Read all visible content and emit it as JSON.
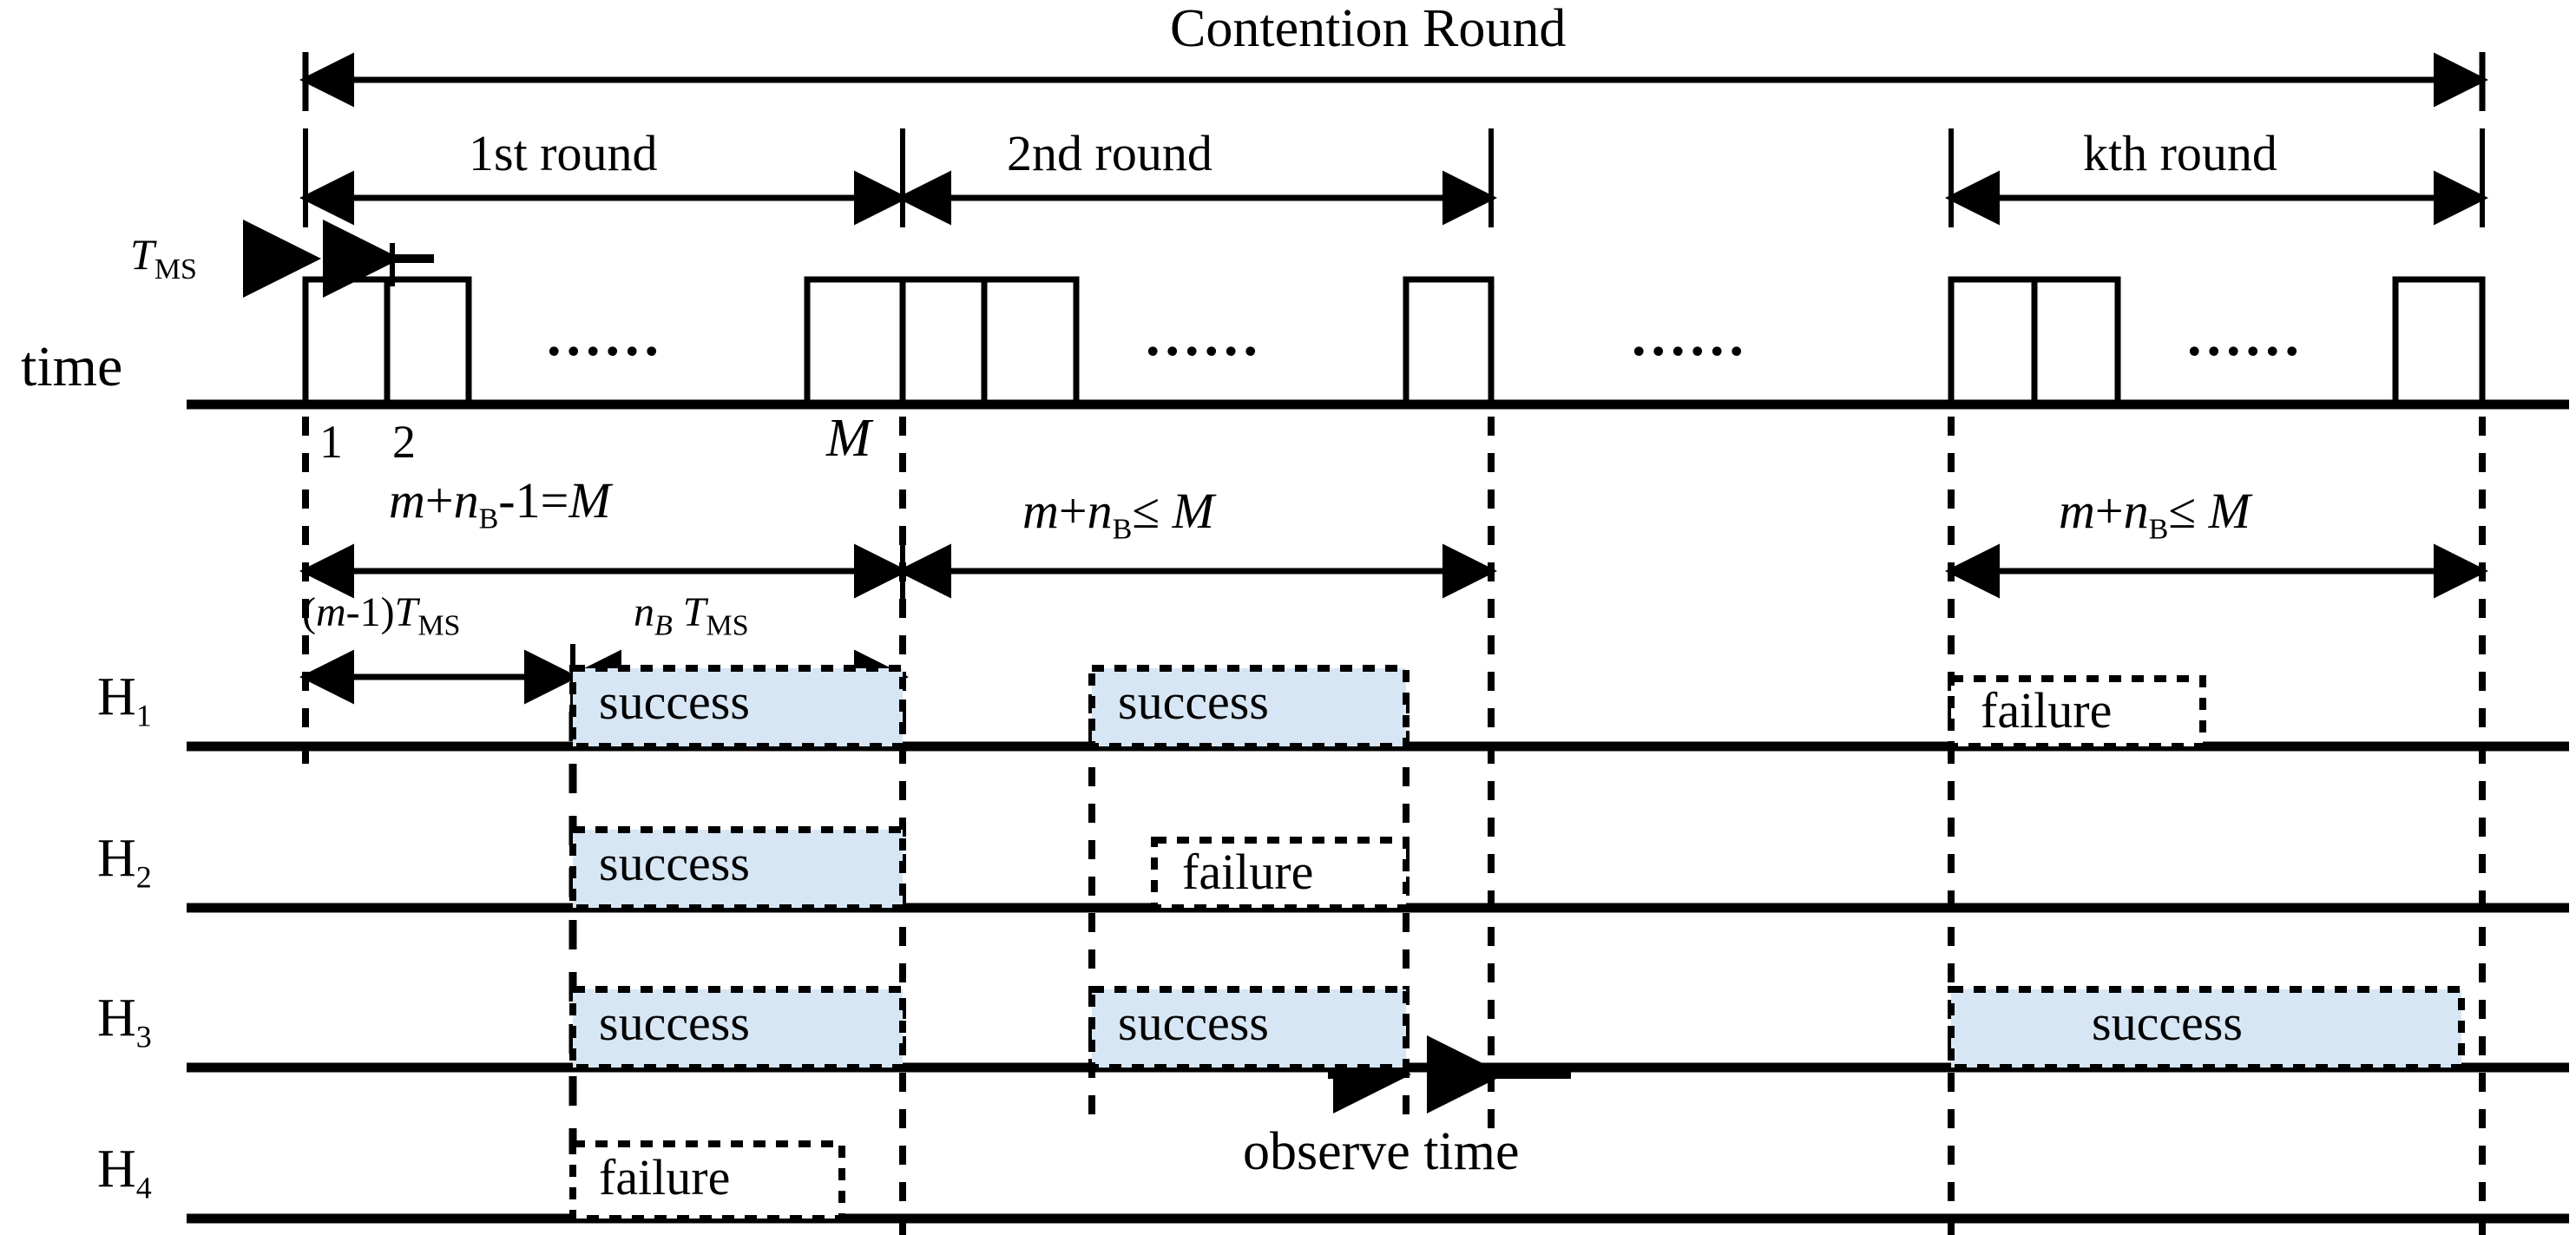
{
  "figure": {
    "title": "Contention Round",
    "time_axis_label": "time",
    "observe_label": "observe time",
    "ellipsis": "......",
    "accent_fill": "#d7e6f4",
    "line_color": "#000000"
  },
  "rounds": [
    {
      "id": "round-1",
      "label": "1st round"
    },
    {
      "id": "round-2",
      "label": "2nd round"
    },
    {
      "id": "round-k",
      "label": "kth round"
    }
  ],
  "slot_numbers": [
    "1",
    "2",
    "M"
  ],
  "timing_labels": {
    "tms": {
      "base": "T",
      "sub": "MS"
    },
    "m_minus_1_tms": {
      "prefix": "(",
      "m": "m",
      "mid": "-1)",
      "t": "T",
      "sub": "MS"
    },
    "nb_tms": {
      "n": "n",
      "nsub": "B",
      "t": "T",
      "tsub": "MS"
    }
  },
  "constraints": [
    {
      "id": "constraint-round-1",
      "m": "m",
      "plus": "+",
      "n": "n",
      "nsub": "B",
      "rel": "-1=",
      "rhs": "M"
    },
    {
      "id": "constraint-round-2",
      "m": "m",
      "plus": "+",
      "n": "n",
      "nsub": "B",
      "rel": "≤",
      "rhs": "M"
    },
    {
      "id": "constraint-round-k",
      "m": "m",
      "plus": "+",
      "n": "n",
      "nsub": "B",
      "rel": "≤",
      "rhs": "M"
    }
  ],
  "hosts": [
    {
      "id": "H1",
      "base": "H",
      "sub": "1",
      "events": [
        {
          "round": 1,
          "status": "success",
          "label": "success",
          "filled": true
        },
        {
          "round": 2,
          "status": "success",
          "label": "success",
          "filled": true
        },
        {
          "round": "k",
          "status": "failure",
          "label": "failure",
          "filled": false
        }
      ]
    },
    {
      "id": "H2",
      "base": "H",
      "sub": "2",
      "events": [
        {
          "round": 1,
          "status": "success",
          "label": "success",
          "filled": true
        },
        {
          "round": 2,
          "status": "failure",
          "label": "failure",
          "filled": false
        }
      ]
    },
    {
      "id": "H3",
      "base": "H",
      "sub": "3",
      "events": [
        {
          "round": 1,
          "status": "success",
          "label": "success",
          "filled": true
        },
        {
          "round": 2,
          "status": "success",
          "label": "success",
          "filled": true
        },
        {
          "round": "k",
          "status": "success",
          "label": "success",
          "filled": true
        }
      ]
    },
    {
      "id": "H4",
      "base": "H",
      "sub": "4",
      "events": [
        {
          "round": 1,
          "status": "failure",
          "label": "failure",
          "filled": false
        }
      ]
    }
  ],
  "chart_data": {
    "type": "timeline",
    "title": "Contention Round",
    "xlabel": "time",
    "rounds": [
      "1st round",
      "2nd round",
      "kth round"
    ],
    "slot_labels": [
      "1",
      "2",
      "M"
    ],
    "annotations": [
      "T_MS",
      "(m-1)T_MS",
      "n_B T_MS",
      "m+n_B-1=M",
      "m+n_B ≤ M",
      "observe time"
    ],
    "series": [
      {
        "name": "H1",
        "values": [
          "success",
          "success",
          "failure"
        ]
      },
      {
        "name": "H2",
        "values": [
          "success",
          "failure",
          null
        ]
      },
      {
        "name": "H3",
        "values": [
          "success",
          "success",
          "success"
        ]
      },
      {
        "name": "H4",
        "values": [
          "failure",
          null,
          null
        ]
      }
    ]
  }
}
